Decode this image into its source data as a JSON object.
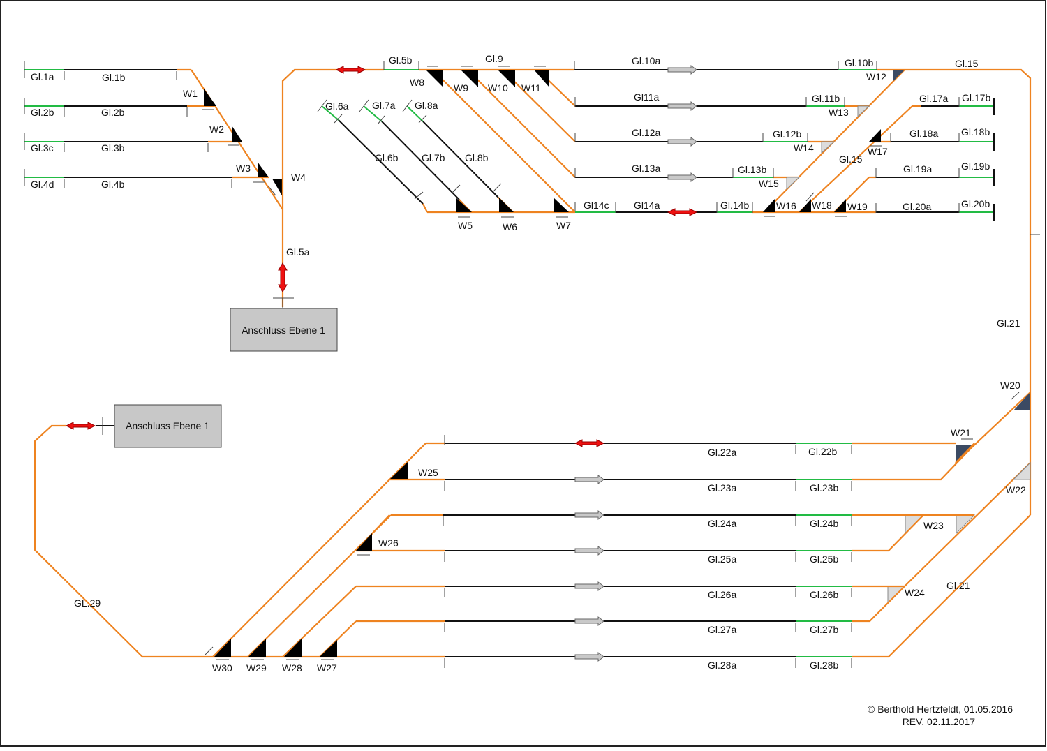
{
  "track_labels": {
    "gl1a": "Gl.1a",
    "gl1b": "Gl.1b",
    "gl2b_left": "Gl.2b",
    "gl2b": "Gl.2b",
    "gl3c": "Gl.3c",
    "gl3b": "Gl.3b",
    "gl4d": "Gl.4d",
    "gl4b": "Gl.4b",
    "gl5a": "Gl.5a",
    "gl5b": "Gl.5b",
    "gl6a": "Gl.6a",
    "gl6b": "Gl.6b",
    "gl7a": "Gl.7a",
    "gl7b": "Gl.7b",
    "gl8a": "Gl.8a",
    "gl8b": "Gl.8b",
    "gl9": "Gl.9",
    "gl10a": "Gl.10a",
    "gl10b": "Gl.10b",
    "gl11a": "Gl11a",
    "gl11b": "Gl.11b",
    "gl12a": "Gl.12a",
    "gl12b": "Gl.12b",
    "gl13a": "Gl.13a",
    "gl13b": "Gl.13b",
    "gl14c": "Gl14c",
    "gl14a": "Gl14a",
    "gl14b": "Gl.14b",
    "gl15_top": "Gl.15",
    "gl15_diag": "Gl.15",
    "gl17a": "Gl.17a",
    "gl17b": "Gl.17b",
    "gl18a": "Gl.18a",
    "gl18b": "Gl.18b",
    "gl19a": "Gl.19a",
    "gl19b": "Gl.19b",
    "gl20a": "Gl.20a",
    "gl20b": "Gl.20b",
    "gl21_right": "Gl.21",
    "gl21_lower": "Gl.21",
    "gl22a": "Gl.22a",
    "gl22b": "Gl.22b",
    "gl23a": "Gl.23a",
    "gl23b": "Gl.23b",
    "gl24a": "Gl.24a",
    "gl24b": "Gl.24b",
    "gl25a": "Gl.25a",
    "gl25b": "Gl.25b",
    "gl26a": "Gl.26a",
    "gl26b": "Gl.26b",
    "gl27a": "Gl.27a",
    "gl27b": "Gl.27b",
    "gl28a": "Gl.28a",
    "gl28b": "Gl.28b",
    "gl29": "GL.29"
  },
  "switch_labels": {
    "w1": "W1",
    "w2": "W2",
    "w3": "W3",
    "w4": "W4",
    "w5": "W5",
    "w6": "W6",
    "w7": "W7",
    "w8": "W8",
    "w9": "W9",
    "w10": "W10",
    "w11": "W11",
    "w12": "W12",
    "w13": "W13",
    "w14": "W14",
    "w15": "W15",
    "w16": "W16",
    "w17": "W17",
    "w18": "W18",
    "w19": "W19",
    "w20": "W20",
    "w21": "W21",
    "w22": "W22",
    "w23": "W23",
    "w24": "W24",
    "w25": "W25",
    "w26": "W26",
    "w27": "W27",
    "w28": "W28",
    "w29": "W29",
    "w30": "W30"
  },
  "boxes": {
    "upper": "Anschluss Ebene 1",
    "lower": "Anschluss Ebene 1"
  },
  "footer": {
    "copyright": "© Berthold Hertzfeldt, 01.05.2016",
    "revision": "REV. 02.11.2017"
  },
  "colors": {
    "track_main": "#ee8320",
    "track_siding": "#111111",
    "section_marker": "#22bb44",
    "arrow_bidirectional": "#e11111",
    "arrow_direction": "#c9c9c9"
  }
}
